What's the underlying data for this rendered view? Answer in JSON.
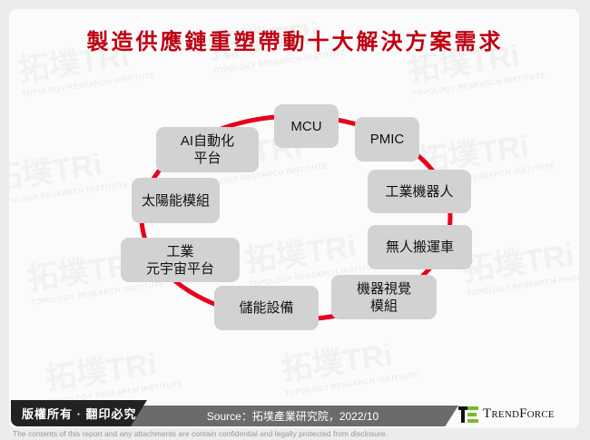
{
  "title": "製造供應鏈重塑帶動十大解決方案需求",
  "watermark": {
    "text": "拓墣TRi",
    "subtext": "TOPOLOGY RESEARCH INSTITUTE"
  },
  "colors": {
    "title": "#c00010",
    "ring": "#e8001c",
    "node_bg": "#d2d2d2",
    "footer_dark": "#222222",
    "footer_gray": "#6b6b6b",
    "logo_green": "#7ab82c"
  },
  "nodes": [
    {
      "id": "mcu",
      "label": "MCU"
    },
    {
      "id": "pmic",
      "label": "PMIC"
    },
    {
      "id": "industrial-robot",
      "label": "工業機器人"
    },
    {
      "id": "agv",
      "label": "無人搬運車"
    },
    {
      "id": "machine-vision",
      "label": "機器視覺\n模組"
    },
    {
      "id": "energy-storage",
      "label": "儲能設備"
    },
    {
      "id": "industrial-metaverse",
      "label": "工業\n元宇宙平台"
    },
    {
      "id": "solar-module",
      "label": "太陽能模組"
    },
    {
      "id": "ai-automation",
      "label": "AI自動化\n平台"
    }
  ],
  "footer": {
    "copyright": "版權所有 · 翻印必究",
    "source": "Source：拓墣產業研究院，2022/10",
    "logo_text": "TrendForce",
    "disclaimer": "The contents of this report and any attachments are contain confidential and legally protected from disclosure."
  }
}
